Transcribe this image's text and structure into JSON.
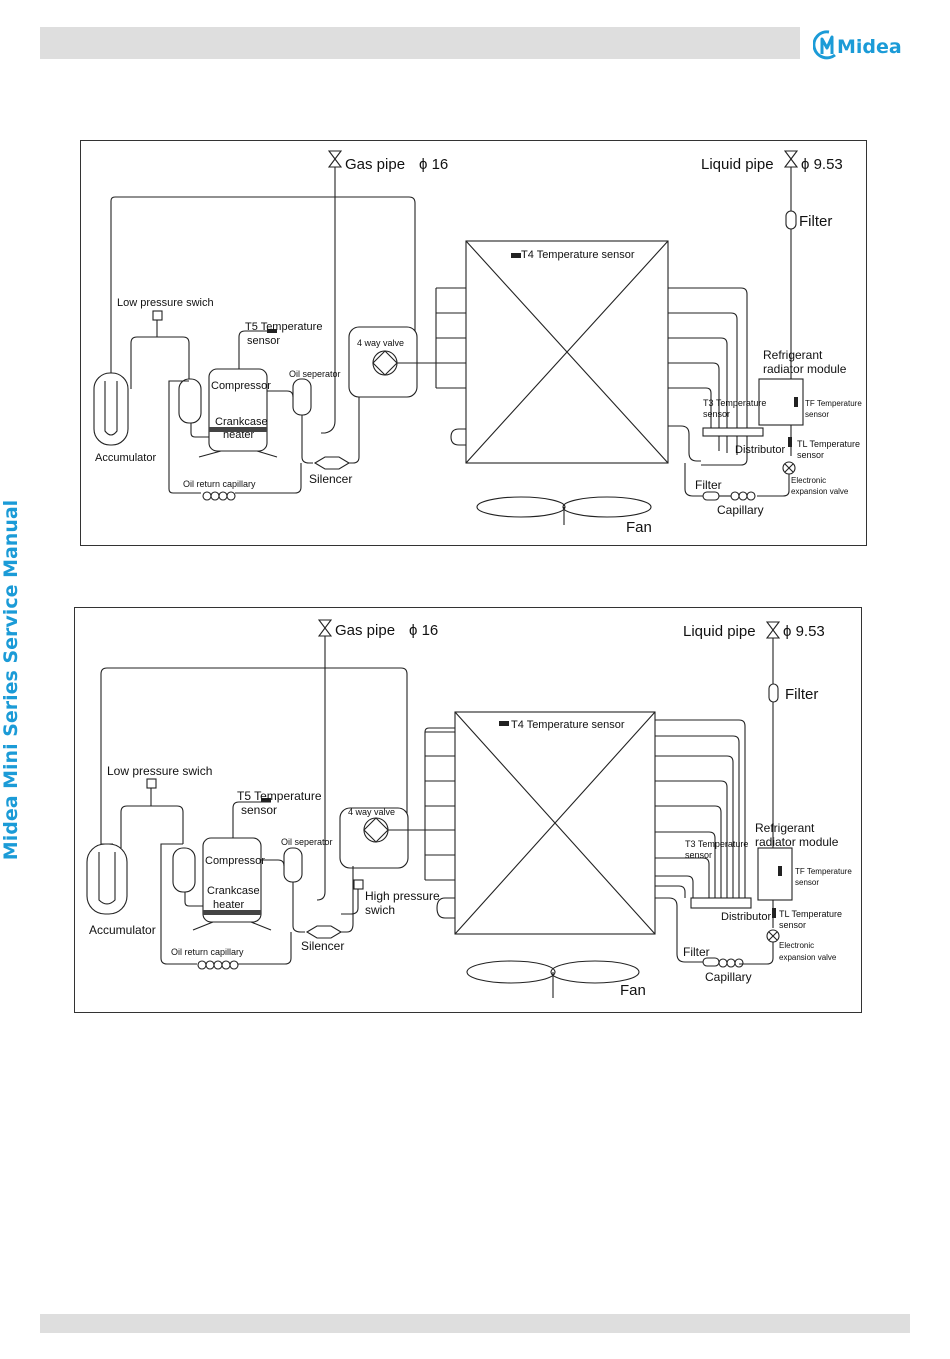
{
  "header": {
    "brand": "Midea"
  },
  "side_title": "Midea Mini Series Service Manual",
  "diagram1": {
    "gas_pipe": "Gas pipe",
    "gas_size": "ϕ 16",
    "liquid_pipe": "Liquid pipe",
    "liquid_size": "ϕ 9.53",
    "filter_top": "Filter",
    "t4": "T4 Temperature sensor",
    "low_pressure": "Low pressure swich",
    "t5_line1": "T5 Temperature",
    "t5_line2": "sensor",
    "four_way": "4 way valve",
    "oil_sep": "Oil seperator",
    "compressor": "Compressor",
    "crankcase1": "Crankcase",
    "crankcase2": "heater",
    "accumulator": "Accumulator",
    "oil_return": "Oil return capillary",
    "silencer": "Silencer",
    "refrig1": "Refrigerant",
    "refrig2": "radiator module",
    "t3_1": "T3 Temperature",
    "t3_2": "sensor",
    "tf_1": "TF Temperature",
    "tf_2": "sensor",
    "distributor": "Distributor",
    "tl_1": "TL Temperature",
    "tl_2": "sensor",
    "eev_1": "Electronic",
    "eev_2": "expansion valve",
    "filter_bottom": "Filter",
    "capillary": "Capillary",
    "fan": "Fan"
  },
  "diagram2": {
    "gas_pipe": "Gas pipe",
    "gas_size": "ϕ 16",
    "liquid_pipe": "Liquid pipe",
    "liquid_size": "ϕ 9.53",
    "filter_top": "Filter",
    "t4": "T4 Temperature sensor",
    "low_pressure": "Low pressure swich",
    "t5_line1": "T5 Temperature",
    "t5_line2": "sensor",
    "four_way": "4 way valve",
    "oil_sep": "Oil seperator",
    "compressor": "Compressor",
    "crankcase1": "Crankcase",
    "crankcase2": "heater",
    "accumulator": "Accumulator",
    "oil_return": "Oil return capillary",
    "silencer": "Silencer",
    "high_pressure1": "High pressure",
    "high_pressure2": "swich",
    "refrig1": "Refrigerant",
    "refrig2": "radiator module",
    "t3_1": "T3 Temperature",
    "t3_2": "sensor",
    "tf_1": "TF Temperature",
    "tf_2": "sensor",
    "distributor": "Distributor",
    "tl_1": "TL Temperature",
    "tl_2": "sensor",
    "eev_1": "Electronic",
    "eev_2": "expansion valve",
    "filter_bottom": "Filter",
    "capillary": "Capillary",
    "fan": "Fan"
  }
}
